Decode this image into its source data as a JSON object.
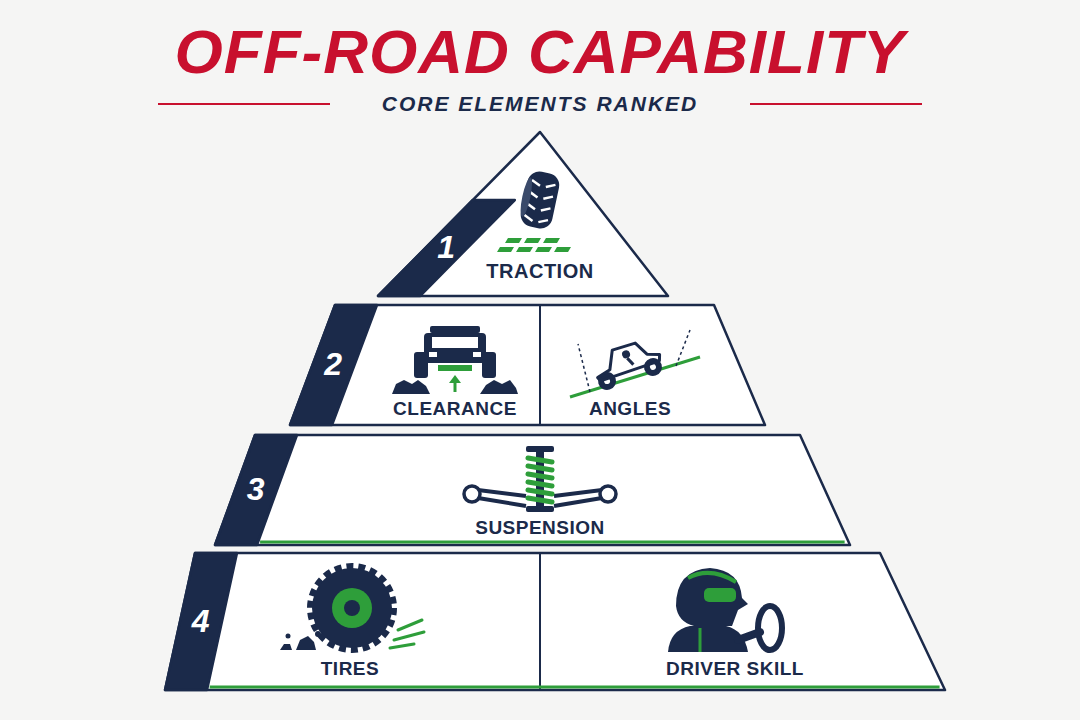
{
  "diagram": {
    "title": "OFF-ROAD CAPABILITY",
    "nodes": [
      {
        "text": [
          "1",
          "TRACTION"
        ]
      },
      {
        "text": [
          "2"
        ]
      },
      {
        "text": [
          "CLEARANCE"
        ],
        "in": 1
      },
      {
        "text": [
          "ANGLES"
        ],
        "in": 1
      },
      {
        "text": [
          "3",
          "SUSPENSION"
        ]
      },
      {
        "text": [
          "4"
        ]
      },
      {
        "text": [
          "TIRES"
        ],
        "in": 5
      },
      {
        "text": [
          "DRIVER SKILL"
        ],
        "in": 5
      }
    ],
    "labels": [
      "CORE ELEMENTS RANKED"
    ]
  }
}
